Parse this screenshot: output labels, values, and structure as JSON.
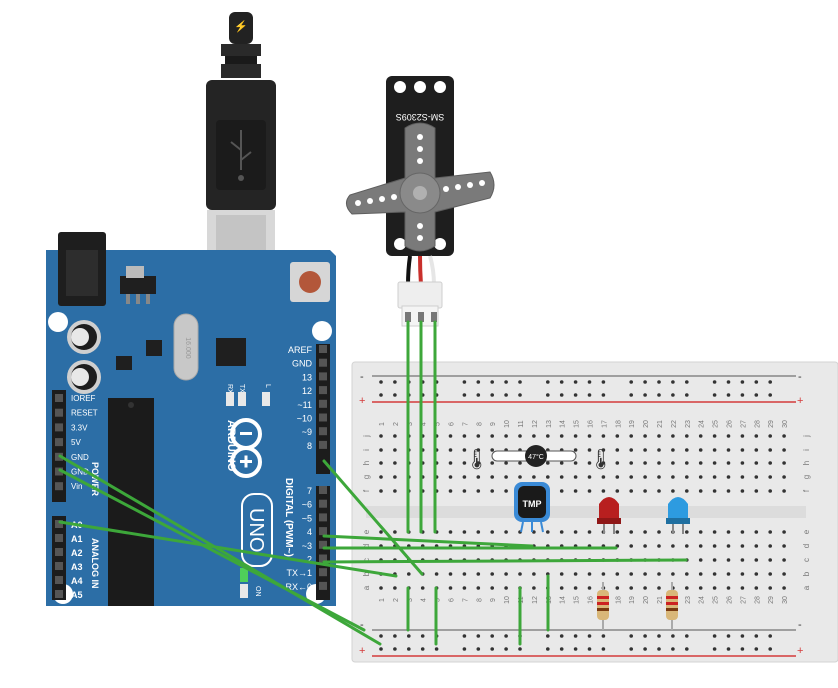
{
  "servo": {
    "model": "SM-S2309S"
  },
  "arduino": {
    "brand": "ARDUINO",
    "model": "UNO",
    "crystal": "16.000",
    "led_labels": {
      "rx": "RX",
      "tx": "TX",
      "l": "L",
      "on": "ON"
    },
    "digital_header_label": "DIGITAL (PWM~)",
    "power_header_label": "POWER",
    "analog_header_label": "ANALOG IN",
    "digital_pins": [
      "AREF",
      "GND",
      "13",
      "12",
      "~11",
      "~10",
      "~9",
      "8",
      "7",
      "~6",
      "~5",
      "4",
      "~3",
      "2",
      "TX→1",
      "RX←0"
    ],
    "power_pins": [
      "IOREF",
      "RESET",
      "3.3V",
      "5V",
      "GND",
      "GND",
      "Vin"
    ],
    "analog_pins": [
      "A0",
      "A1",
      "A2",
      "A3",
      "A4",
      "A5"
    ]
  },
  "breadboard": {
    "columns": 30,
    "top_rows": [
      "j",
      "i",
      "h",
      "g",
      "f"
    ],
    "bottom_rows": [
      "e",
      "d",
      "c",
      "b",
      "a"
    ],
    "rail_minus": "-",
    "rail_plus": "+"
  },
  "components": {
    "tmp_sensor": "TMP",
    "temp_slider": "47°C"
  },
  "colors": {
    "board": "#2c6ea6",
    "wire": "#3da73a",
    "breadboard": "#e9e9e9",
    "rail_red": "#d43a3a",
    "led_red": "#b81f1f",
    "led_blue": "#2d9be0",
    "tmp_blue": "#3a8ad6"
  }
}
